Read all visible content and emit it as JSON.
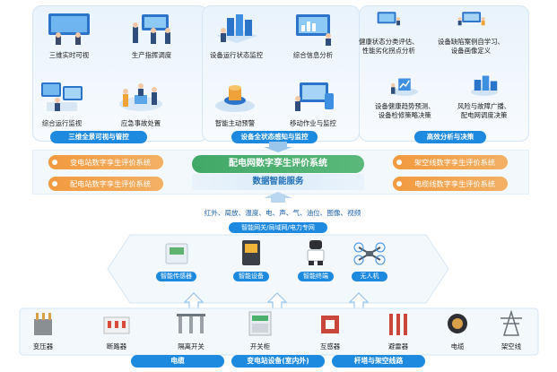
{
  "top": {
    "panel1": {
      "items": [
        "三维实时可视",
        "生产指挥调度",
        "综合运行监视",
        "应急事故处置"
      ],
      "tag": "三维全景可视与管控"
    },
    "panel2": {
      "items": [
        "设备运行状态监控",
        "综合信息分析",
        "智能主动预警",
        "移动作业与监控"
      ],
      "tag": "设备全状态感知与监控"
    },
    "panel3": {
      "items": [
        "健康状态分类评估、\n性能劣化拐点分析",
        "设备缺陷案例自学习、\n设备画像定义",
        "设备健康趋势预测、\n设备检修策略决策",
        "风险与故障广播、\n配电网调度决策"
      ],
      "tag": "高效分析与决策"
    }
  },
  "center": {
    "title": "配电网数字孪生评价系统",
    "subtitle": "数据智能服务",
    "left_systems": [
      "变电站数字孪生评价系统",
      "配电站数字孪生评价系统"
    ],
    "right_systems": [
      "架空线数字孪生评价系统",
      "电缆线数字孪生评价系统"
    ]
  },
  "sensing": {
    "signals": "红外、局放、温度、电、声、气、油位、图像、视频",
    "network": "智能网关/局域网/电力专网"
  },
  "devices": [
    "智能传感器",
    "智能设备",
    "智能终端",
    "无人机"
  ],
  "equipment": [
    "变压器",
    "断路器",
    "隔离开关",
    "开关柜",
    "互感器",
    "避雷器",
    "电缆",
    "架空线"
  ],
  "bottom_tags": [
    "电缆",
    "变电站设备(室内外)",
    "杆塔与架空线路"
  ],
  "colors": {
    "blue": "#1d8ae0",
    "orange": "#f19a3e",
    "green": "#41a868",
    "arrow": "#9bc6ec"
  }
}
